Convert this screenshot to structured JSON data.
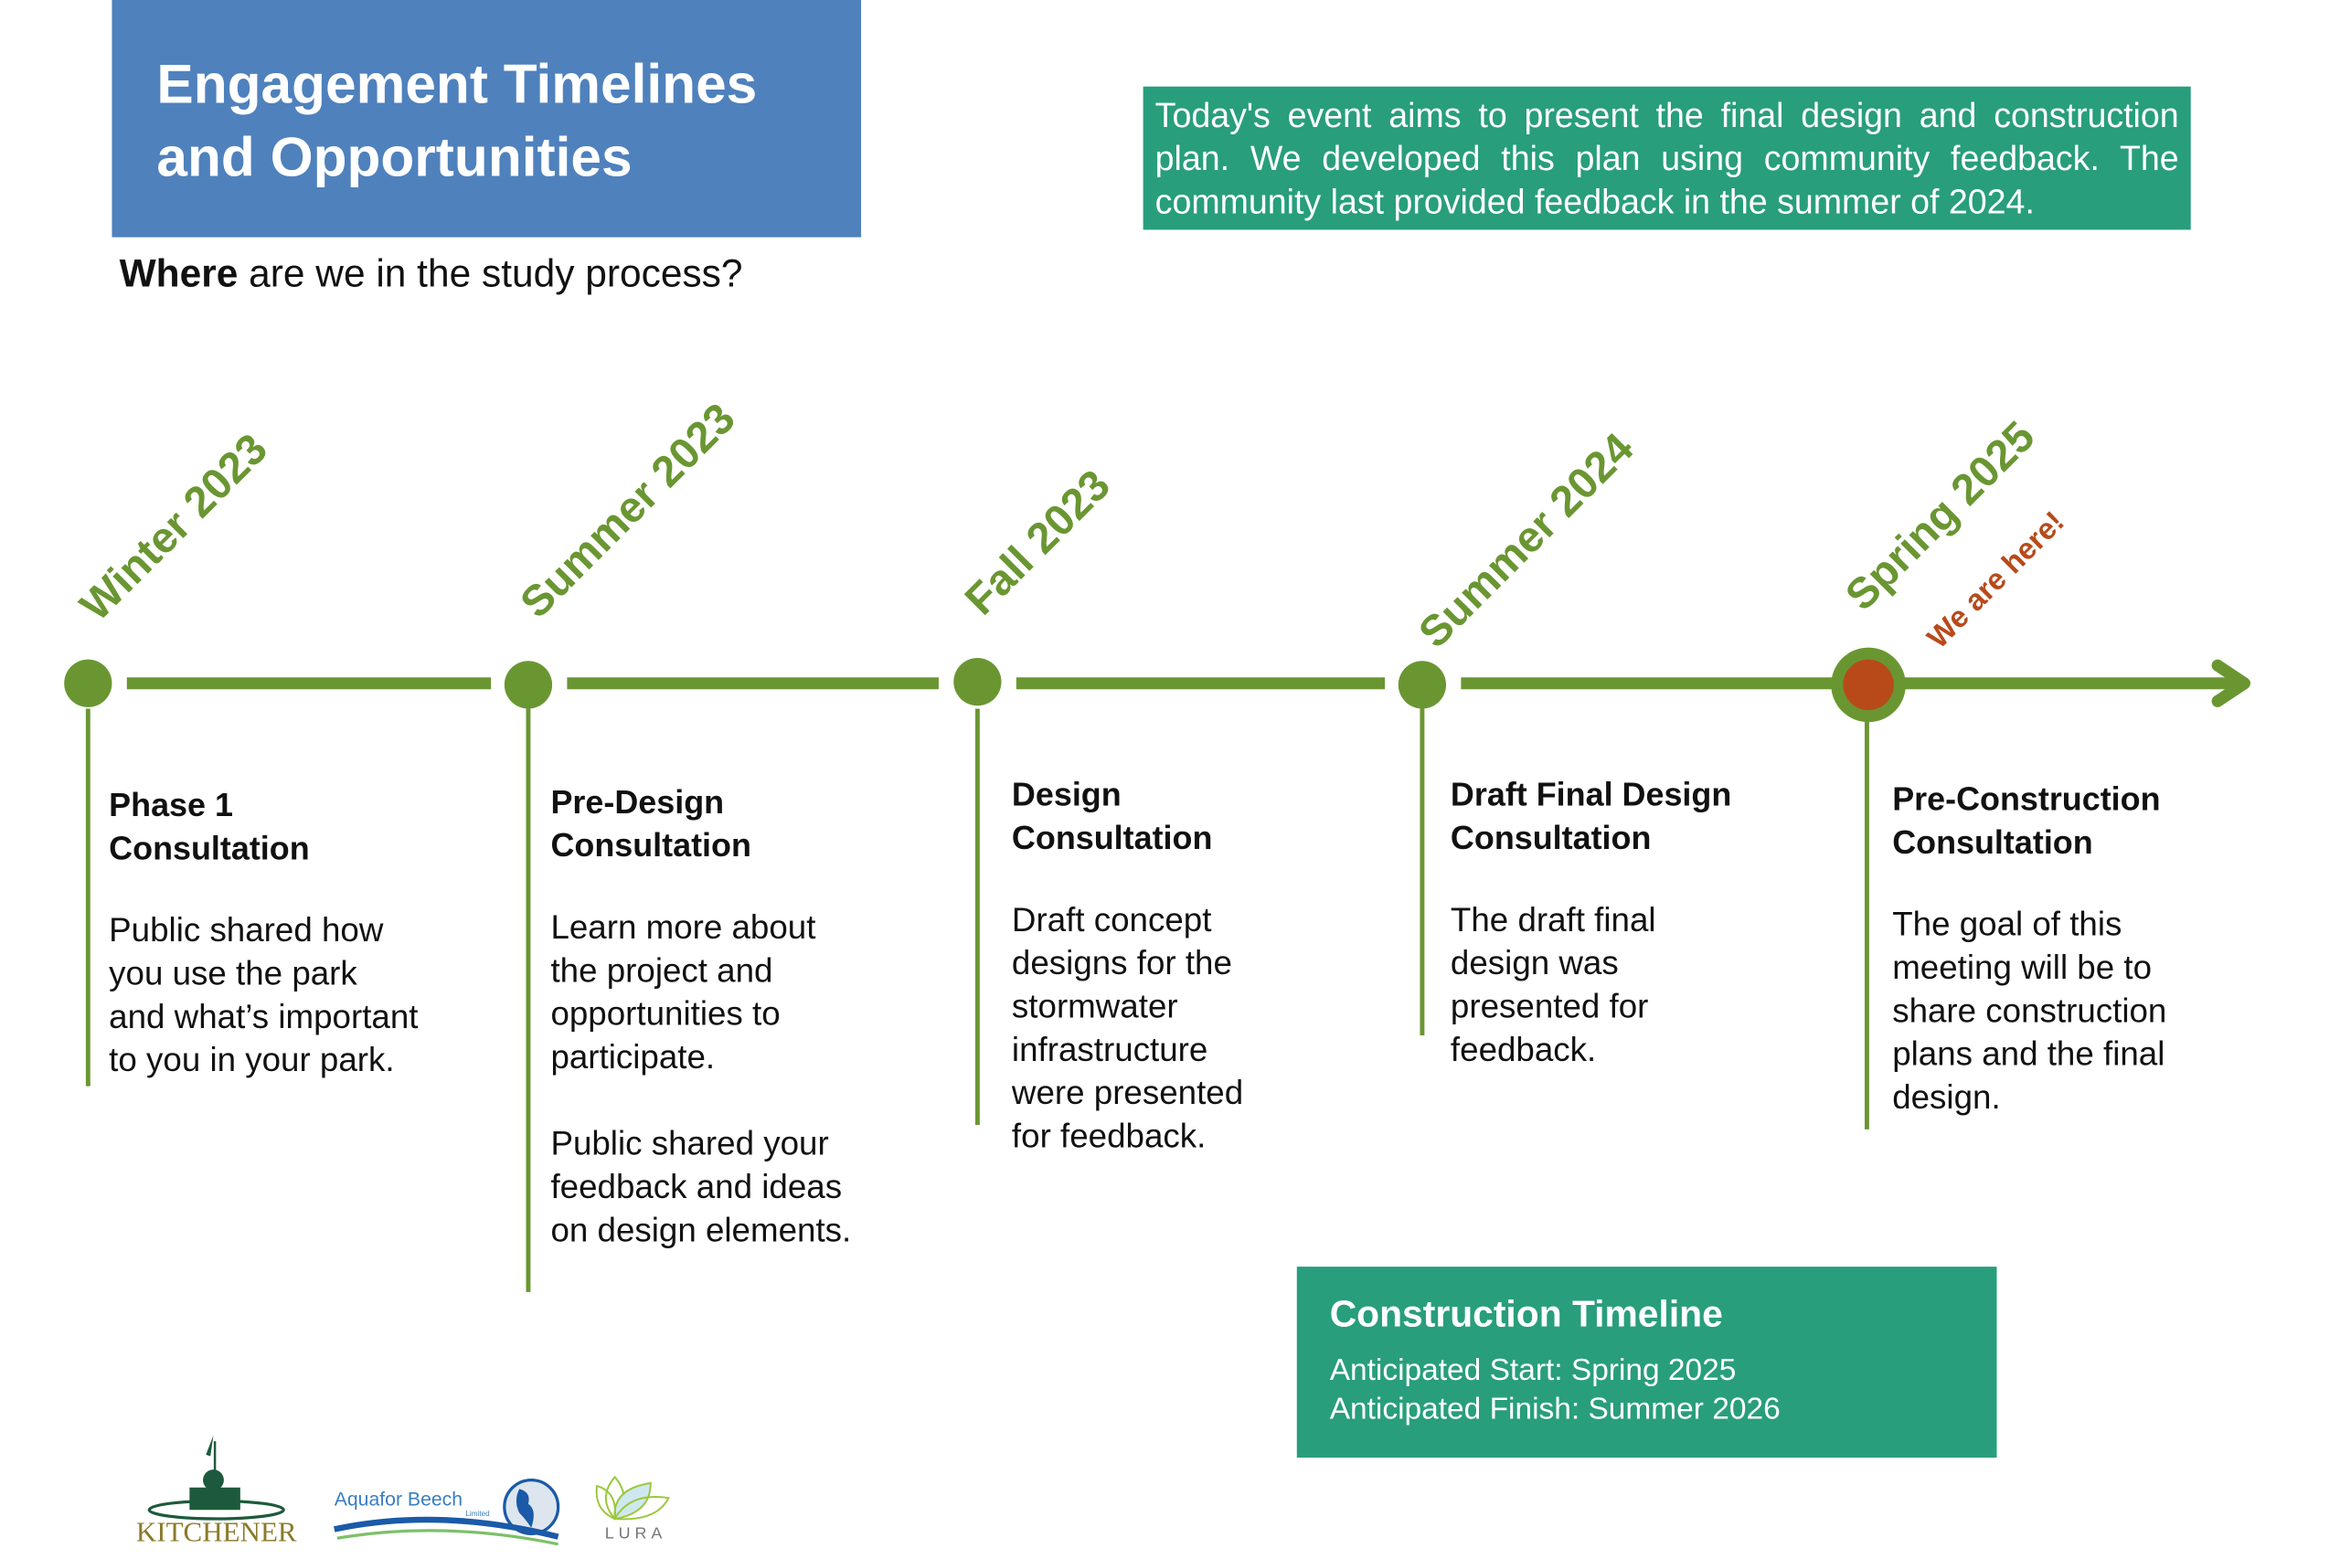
{
  "header": {
    "title_line1": "Engagement Timelines",
    "title_line2": "and Opportunities",
    "subtitle_bold": "Where",
    "subtitle_rest": " are we in the study process?"
  },
  "intro": "Today's event aims to present the final design and construction plan. We developed this plan using community feedback. The community last provided feedback in the summer of 2024.",
  "colors": {
    "green": "#6a9632",
    "current": "#b84a1a",
    "teal": "#289e7c",
    "blue": "#4f81bd"
  },
  "timeline": {
    "current_marker": "We are here!",
    "stages": [
      {
        "date": "Winter 2023",
        "title": "Phase 1 Consultation",
        "paragraphs": [
          "Public shared how you use the park and what’s important to you in your park."
        ]
      },
      {
        "date": "Summer 2023",
        "title": "Pre-Design Consultation",
        "paragraphs": [
          "Learn more about the project and opportunities to participate.",
          "Public shared your feedback and ideas on design elements."
        ]
      },
      {
        "date": "Fall 2023",
        "title": "Design Consultation",
        "paragraphs": [
          "Draft concept designs for the stormwater infrastructure were presented for feedback."
        ]
      },
      {
        "date": "Summer 2024",
        "title": "Draft Final Design Consultation",
        "paragraphs": [
          "The draft final design was presented for feedback."
        ]
      },
      {
        "date": "Spring 2025",
        "title": "Pre-Construction Consultation",
        "paragraphs": [
          "The goal of this meeting will be to share construction plans and the final design."
        ]
      }
    ]
  },
  "construction": {
    "title": "Construction Timeline",
    "start": "Anticipated Start: Spring 2025",
    "finish": "Anticipated Finish: Summer 2026"
  },
  "logos": {
    "kitchener": "KITCHENER",
    "aquafor": "Aquafor Beech",
    "aquafor_sub": "Limited",
    "lura": "LURA"
  }
}
